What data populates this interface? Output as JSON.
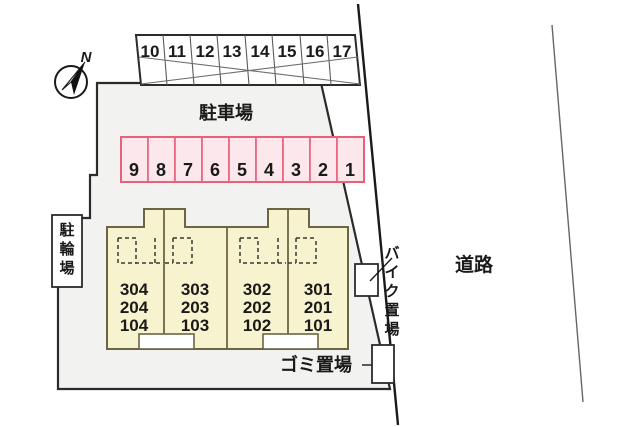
{
  "plan": {
    "title_parking": "駐車場",
    "label_bicycle": "駐輪場",
    "label_motorcycle": "バイク置場",
    "label_garbage": "ゴミ置場",
    "label_road": "道路",
    "compass_label": "N"
  },
  "upper_parking": {
    "name": "駐車場",
    "stalls": [
      "10",
      "11",
      "12",
      "13",
      "14",
      "15",
      "16",
      "17"
    ]
  },
  "pink_parking": {
    "stalls": [
      "9",
      "8",
      "7",
      "6",
      "5",
      "4",
      "3",
      "2",
      "1"
    ]
  },
  "building": {
    "units": [
      {
        "column": "304",
        "floors": [
          "304",
          "204",
          "104"
        ]
      },
      {
        "column": "303",
        "floors": [
          "303",
          "203",
          "103"
        ]
      },
      {
        "column": "302",
        "floors": [
          "302",
          "202",
          "102"
        ]
      },
      {
        "column": "301",
        "floors": [
          "301",
          "201",
          "101"
        ]
      }
    ]
  },
  "colors": {
    "site_fill": "#f2f2f0",
    "pink_fill": "#fce8ec",
    "pink_stroke": "#e8607a",
    "building_fill": "#f7f3cf",
    "building_stroke": "#6b6545",
    "outline": "#1a1a1a",
    "page_background": "#ffffff"
  }
}
